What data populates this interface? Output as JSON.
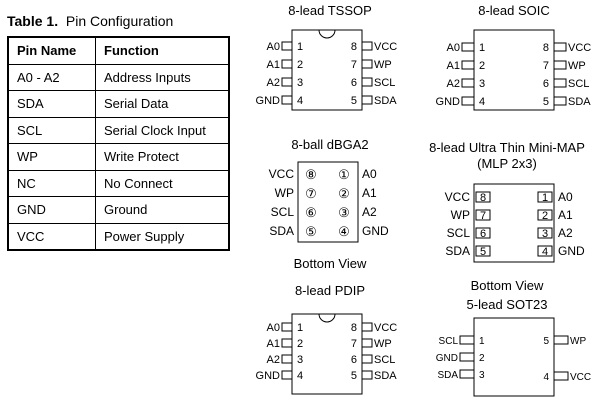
{
  "table": {
    "caption_bold": "Table 1.",
    "caption": "Pin Configuration",
    "headers": [
      "Pin Name",
      "Function"
    ],
    "rows": [
      [
        "A0 - A2",
        "Address Inputs"
      ],
      [
        "SDA",
        "Serial Data"
      ],
      [
        "SCL",
        "Serial Clock Input"
      ],
      [
        "WP",
        "Write Protect"
      ],
      [
        "NC",
        "No Connect"
      ],
      [
        "GND",
        "Ground"
      ],
      [
        "VCC",
        "Power Supply"
      ]
    ]
  },
  "packages": {
    "tssop": {
      "title": "8-lead TSSOP",
      "left": [
        [
          "A0",
          "1"
        ],
        [
          "A1",
          "2"
        ],
        [
          "A2",
          "3"
        ],
        [
          "GND",
          "4"
        ]
      ],
      "right": [
        [
          "8",
          "VCC"
        ],
        [
          "7",
          "WP"
        ],
        [
          "6",
          "SCL"
        ],
        [
          "5",
          "SDA"
        ]
      ]
    },
    "soic": {
      "title": "8-lead SOIC",
      "left": [
        [
          "A0",
          "1"
        ],
        [
          "A1",
          "2"
        ],
        [
          "A2",
          "3"
        ],
        [
          "GND",
          "4"
        ]
      ],
      "right": [
        [
          "8",
          "VCC"
        ],
        [
          "7",
          "WP"
        ],
        [
          "6",
          "SCL"
        ],
        [
          "5",
          "SDA"
        ]
      ]
    },
    "dbga": {
      "title": "8-ball dBGA2",
      "left": [
        [
          "VCC",
          "⑧"
        ],
        [
          "WP",
          "⑦"
        ],
        [
          "SCL",
          "⑥"
        ],
        [
          "SDA",
          "⑤"
        ]
      ],
      "right": [
        [
          "①",
          "A0"
        ],
        [
          "②",
          "A1"
        ],
        [
          "③",
          "A2"
        ],
        [
          "④",
          "GND"
        ]
      ],
      "caption": "Bottom View"
    },
    "mlp": {
      "title": "8-lead Ultra Thin Mini-MAP",
      "subtitle": "(MLP 2x3)",
      "left": [
        [
          "VCC",
          "8"
        ],
        [
          "WP",
          "7"
        ],
        [
          "SCL",
          "6"
        ],
        [
          "SDA",
          "5"
        ]
      ],
      "right": [
        [
          "1",
          "A0"
        ],
        [
          "2",
          "A1"
        ],
        [
          "3",
          "A2"
        ],
        [
          "4",
          "GND"
        ]
      ],
      "caption": "Bottom View"
    },
    "pdip": {
      "title": "8-lead PDIP",
      "left": [
        [
          "A0",
          "1"
        ],
        [
          "A1",
          "2"
        ],
        [
          "A2",
          "3"
        ],
        [
          "GND",
          "4"
        ]
      ],
      "right": [
        [
          "8",
          "VCC"
        ],
        [
          "7",
          "WP"
        ],
        [
          "6",
          "SCL"
        ],
        [
          "5",
          "SDA"
        ]
      ]
    },
    "sot23": {
      "title": "5-lead SOT23",
      "left": [
        [
          "SCL",
          "1"
        ],
        [
          "GND",
          "2"
        ],
        [
          "SDA",
          "3"
        ]
      ],
      "right": [
        [
          "5",
          "WP"
        ],
        [
          "4",
          "VCC"
        ]
      ]
    }
  }
}
